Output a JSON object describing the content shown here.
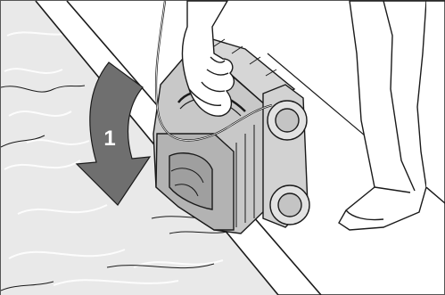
{
  "figure": {
    "step_number": "1",
    "arrow_direction": "down",
    "colors": {
      "outline": "#1a1a1a",
      "pool_deck": "#ffffff",
      "water": "#e9e9e9",
      "water_ripple": "#ffffff",
      "robot_body": "#c8c8c8",
      "robot_dark": "#a9a9a9",
      "robot_light": "#dedede",
      "arrow_fill": "#6f6f6f",
      "arrow_text": "#ffffff",
      "frame": "#555555"
    },
    "icons": [
      "robot-pool-cleaner",
      "hand",
      "person-legs",
      "downward-curved-arrow"
    ]
  }
}
